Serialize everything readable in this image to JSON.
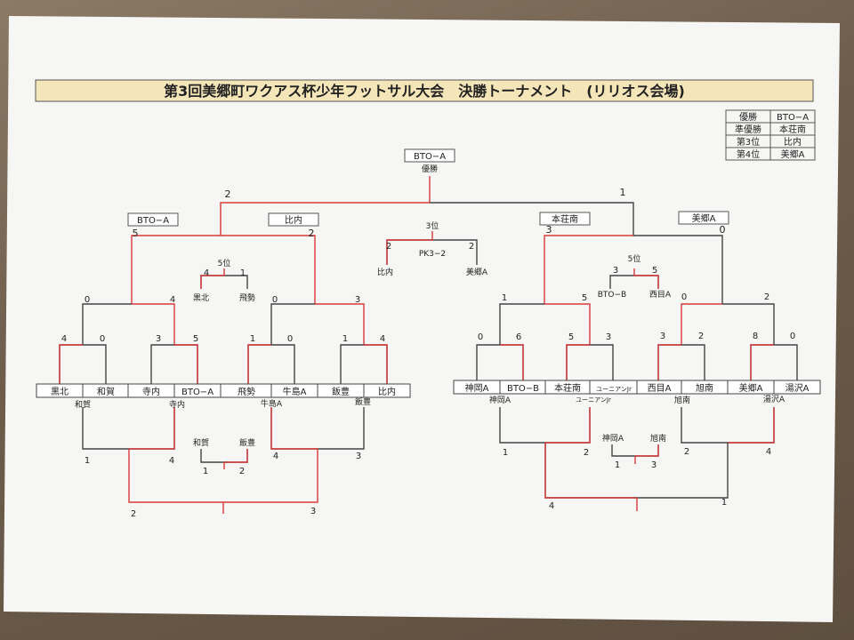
{
  "title": "第3回美郷町ワクアス杯少年フットサル大会　決勝トーナメント　(リリオス会場)",
  "ranking": [
    {
      "place": "優勝",
      "team": "BTO−A"
    },
    {
      "place": "準優勝",
      "team": "本荘南"
    },
    {
      "place": "第3位",
      "team": "比内"
    },
    {
      "place": "第4位",
      "team": "美郷A"
    }
  ],
  "champion": {
    "team": "BTO−A",
    "label": "優勝"
  },
  "final": {
    "left_score": "2",
    "right_score": "1"
  },
  "semi_winners": {
    "left_a": "BTO−A",
    "left_b": "比内",
    "right_a": "本荘南",
    "right_b": "美郷A"
  },
  "semi_scores": {
    "left": [
      "5",
      "2"
    ],
    "right": [
      "3",
      "0"
    ]
  },
  "third_place": {
    "title": "3位",
    "left_score": "2",
    "right_score": "2",
    "pk": "PK3−2",
    "left_team": "比内",
    "right_team": "美郷A"
  },
  "fifth_left": {
    "title": "5位",
    "left_score": "4",
    "right_score": "1",
    "left_team": "黒北",
    "right_team": "飛勢"
  },
  "fifth_right": {
    "title": "5位",
    "left_score": "3",
    "right_score": "5",
    "left_team": "BTO−B",
    "right_team": "西目A"
  },
  "qf_scores": {
    "l1": [
      "0",
      "4"
    ],
    "l2": [
      "0",
      "3"
    ],
    "r1": [
      "1",
      "5"
    ],
    "r2": [
      "0",
      "2"
    ]
  },
  "r16_scores": {
    "l": [
      [
        "4",
        "0"
      ],
      [
        "3",
        "5"
      ],
      [
        "1",
        "0"
      ],
      [
        "1",
        "4"
      ]
    ],
    "r": [
      [
        "0",
        "6"
      ],
      [
        "5",
        "3"
      ],
      [
        "3",
        "2"
      ],
      [
        "8",
        "0"
      ]
    ]
  },
  "teams_left": [
    "黒北",
    "和賀",
    "寺内",
    "BTO−A",
    "飛勢",
    "牛島A",
    "飯豊",
    "比内"
  ],
  "teams_right": [
    "神岡A",
    "BTO−B",
    "本荘南",
    "ユーニアンJr",
    "西目A",
    "旭南",
    "美郷A",
    "湯沢A"
  ],
  "lower_left": {
    "teams": [
      "和賀",
      "寺内",
      "牛島A",
      "飯豊"
    ],
    "scores": [
      "1",
      "4",
      "4",
      "3"
    ],
    "final_scores": [
      "2",
      "3"
    ],
    "sub_teams": [
      "和賀",
      "飯豊"
    ],
    "sub_scores": [
      "1",
      "2"
    ]
  },
  "lower_right": {
    "teams": [
      "神岡A",
      "ユーニアンJr",
      "旭南",
      "湯沢A"
    ],
    "scores": [
      "1",
      "2",
      "2",
      "4"
    ],
    "final_scores": [
      "4",
      "1"
    ],
    "sub_teams": [
      "神岡A",
      "旭南"
    ],
    "sub_scores": [
      "1",
      "3"
    ]
  },
  "colors": {
    "red": "#d93a3a",
    "line": "#444444",
    "title_bg": "#f4e6b8"
  }
}
